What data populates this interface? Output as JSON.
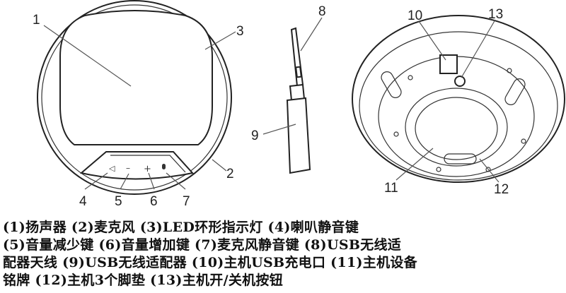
{
  "labels": {
    "n1": "1",
    "n2": "2",
    "n3": "3",
    "n4": "4",
    "n5": "5",
    "n6": "6",
    "n7": "7",
    "n8": "8",
    "n9": "9",
    "n10": "10",
    "n11": "11",
    "n12": "12",
    "n13": "13"
  },
  "description_lines": [
    "(1)扬声器  (2)麦克风  (3)LED环形指示灯  (4)喇叭静音键",
    "(5)音量减少键  (6)音量增加键  (7)麦克风静音键  (8)USB无线适",
    "配器天线  (9)USB无线适配器  (10)主机USB充电口  (11)主机设备",
    "铭牌  (12)主机3个脚垫  (13)主机开/关机按钮"
  ]
}
